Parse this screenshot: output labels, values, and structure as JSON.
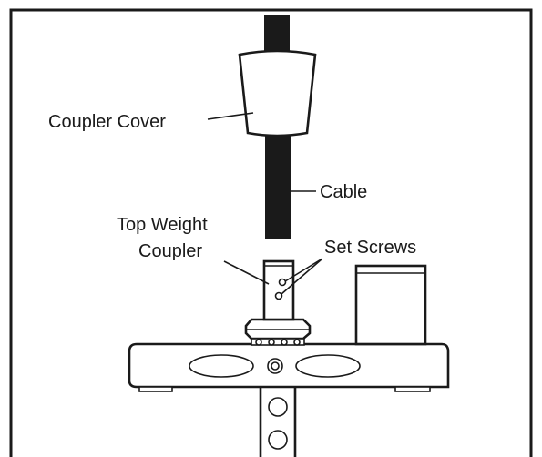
{
  "labels": {
    "coupler_cover": "Coupler Cover",
    "cable": "Cable",
    "top_weight_line1": "Top Weight",
    "top_weight_line2": "Coupler",
    "set_screws": "Set Screws"
  },
  "colors": {
    "ink": "#1a1a1a",
    "background": "#ffffff"
  }
}
